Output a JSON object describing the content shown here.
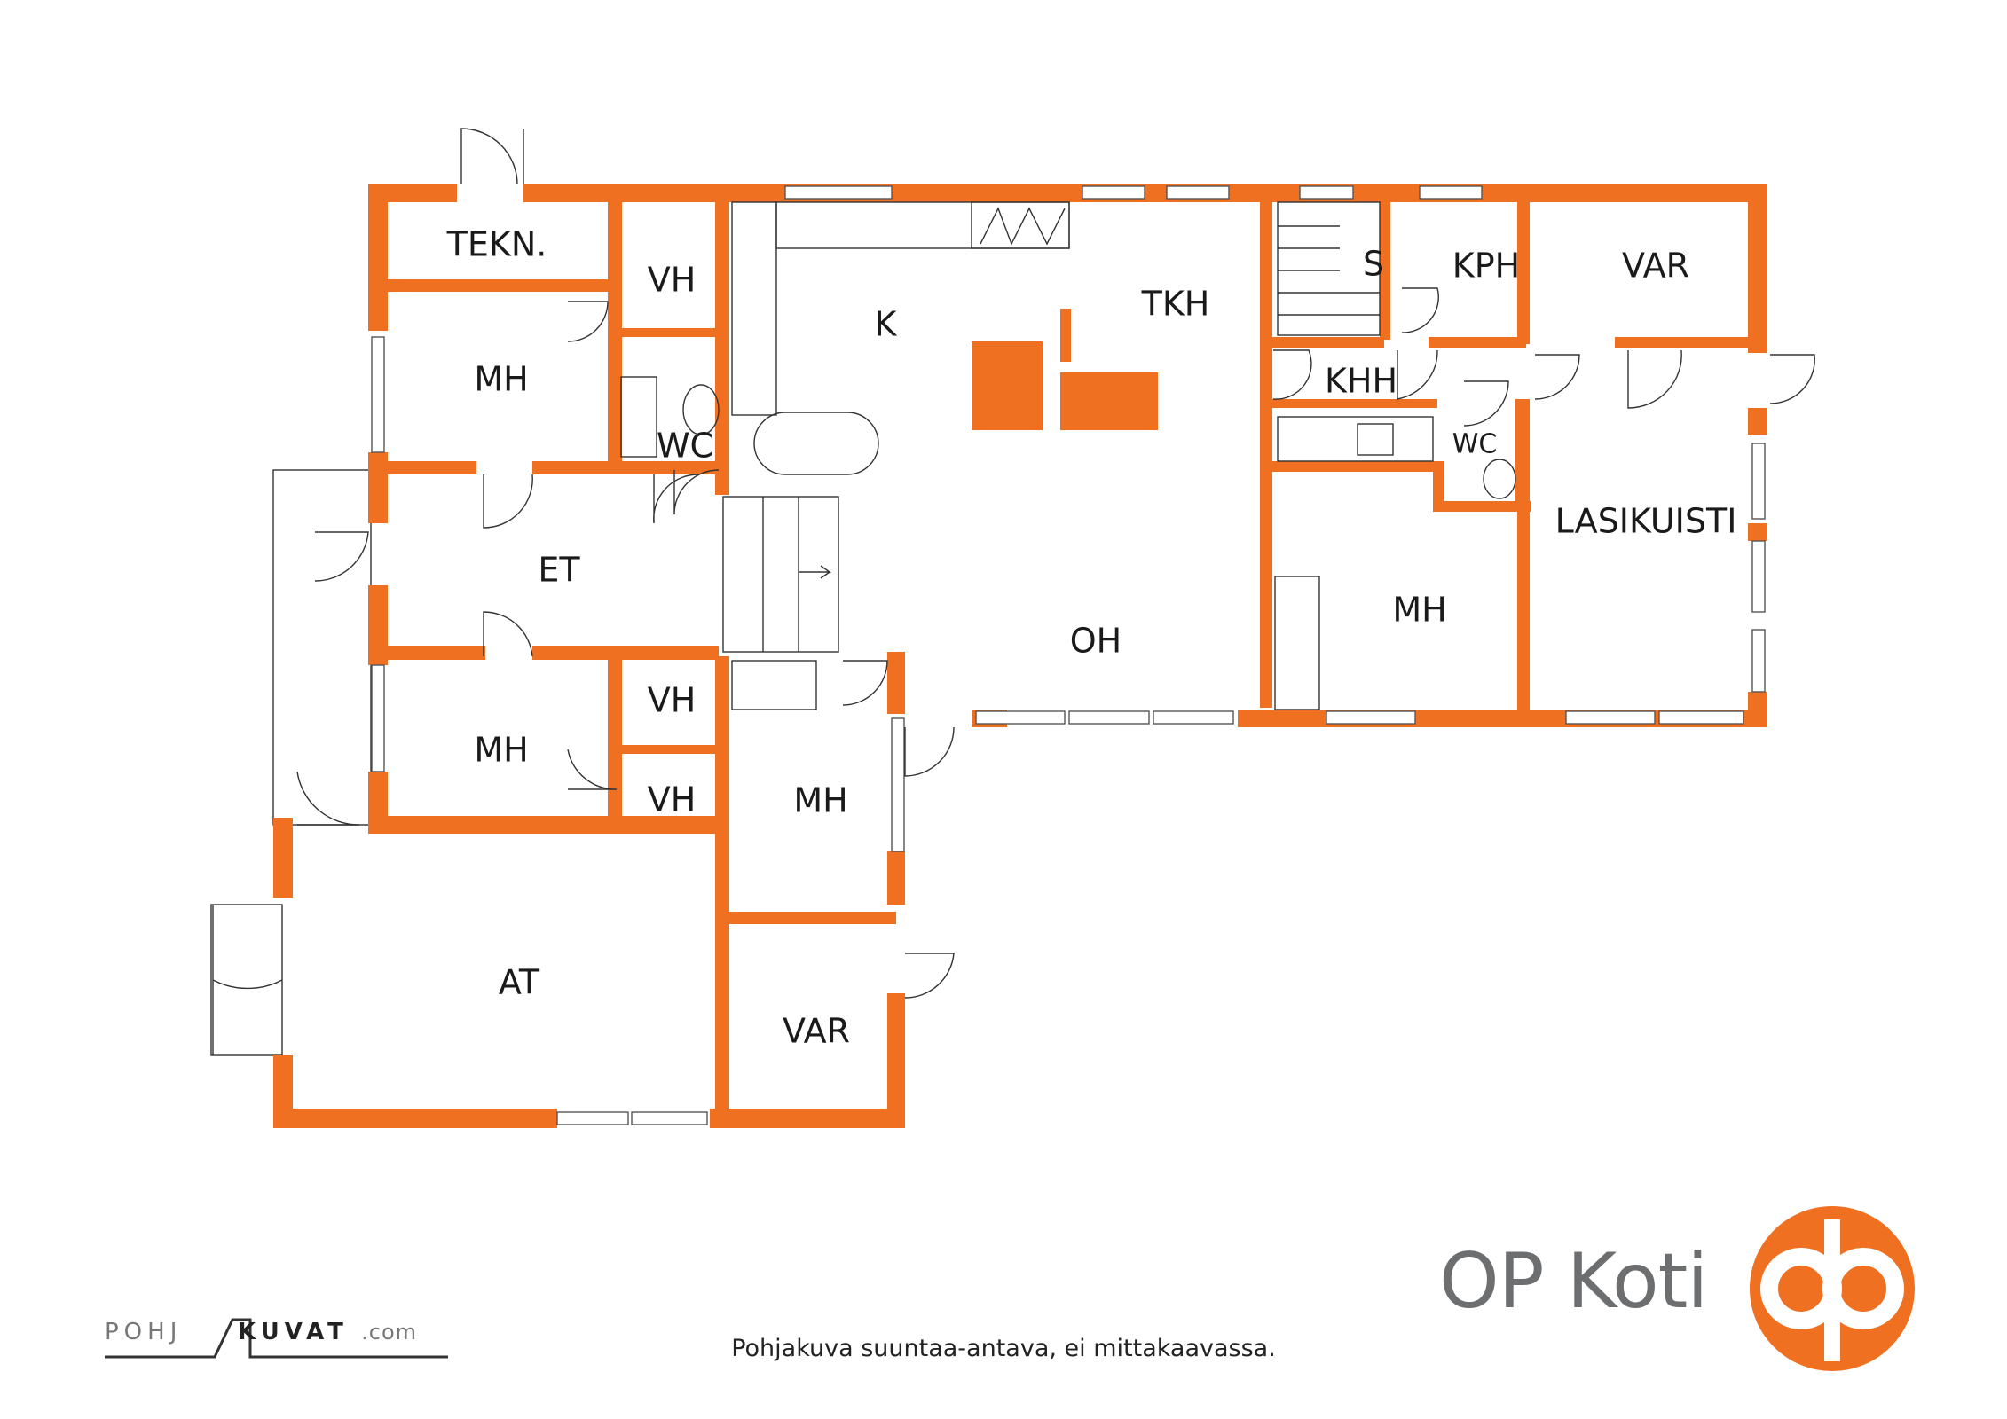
{
  "rooms": {
    "tekn": "TEKN.",
    "vh_top": "VH",
    "k": "K",
    "tkh": "TKH",
    "s": "S",
    "kph": "KPH",
    "var_top": "VAR",
    "mh_top_left": "MH",
    "wc_left": "WC",
    "khh": "KHH",
    "wc_right": "WC",
    "lasikuisti": "LASIKUISTI",
    "et": "ET",
    "oh": "OH",
    "mh_right": "MH",
    "vh_mid": "VH",
    "vh_low": "VH",
    "mh_left_low": "MH",
    "mh_center": "MH",
    "at": "AT",
    "var_bottom": "VAR"
  },
  "footer": {
    "disclaimer": "Pohjakuva suuntaa-antava, ei mittakaavassa.",
    "brand": "OP Koti",
    "logo_part1": "POHJ",
    "logo_part2": "KUVAT",
    "logo_part3": ".com"
  },
  "colors": {
    "wall": "#f07022",
    "brand_gray": "#6d6e70"
  }
}
